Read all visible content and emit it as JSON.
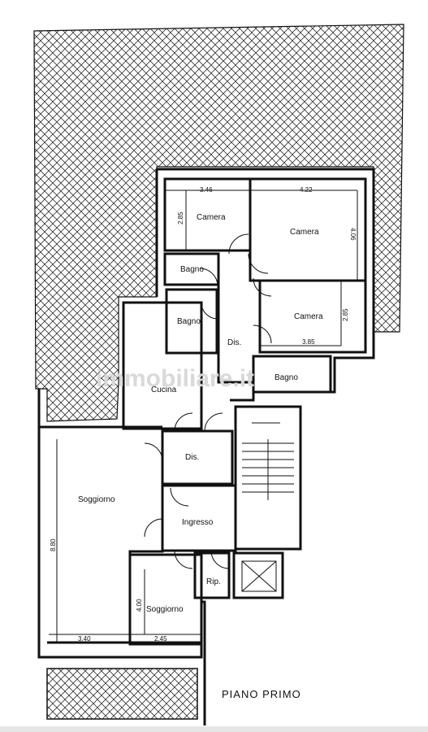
{
  "floor_label": "PIANO PRIMO",
  "watermark": "immobiliare.it",
  "rooms": {
    "camera_1": "Camera",
    "camera_2": "Camera",
    "camera_3": "Camera",
    "bagno_1": "Bagno",
    "bagno_2": "Bagno",
    "bagno_3": "Bagno",
    "dis_1": "Dis.",
    "dis_2": "Dis.",
    "cucina": "Cucina",
    "ingresso": "Ingresso",
    "soggiorno_1": "Soggiorno",
    "soggiorno_2": "Soggiorno",
    "rip": "Rip."
  },
  "dimensions": {
    "camera1_width": "3.46",
    "camera1_height": "2.85",
    "camera2_width": "4.22",
    "camera2_height": "4.06",
    "camera3_width": "3.85",
    "camera3_height": "2.85",
    "soggiorno_height": "8.80",
    "soggiorno2_height": "4.00",
    "bottom_left": "3.40",
    "bottom_right": "2.45"
  }
}
